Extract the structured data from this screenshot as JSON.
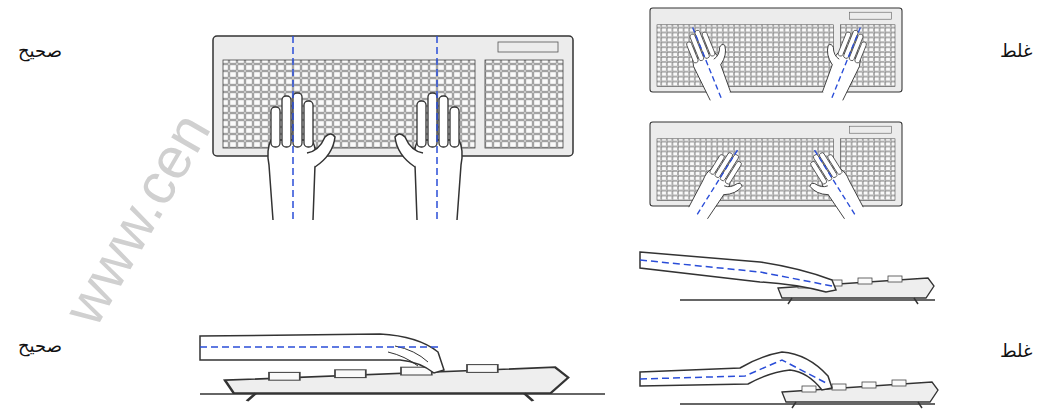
{
  "diagram": {
    "labels": [
      "صحيح",
      "صحيح",
      "غلط",
      "غلط",
      "www.cen"
    ]
  }
}
